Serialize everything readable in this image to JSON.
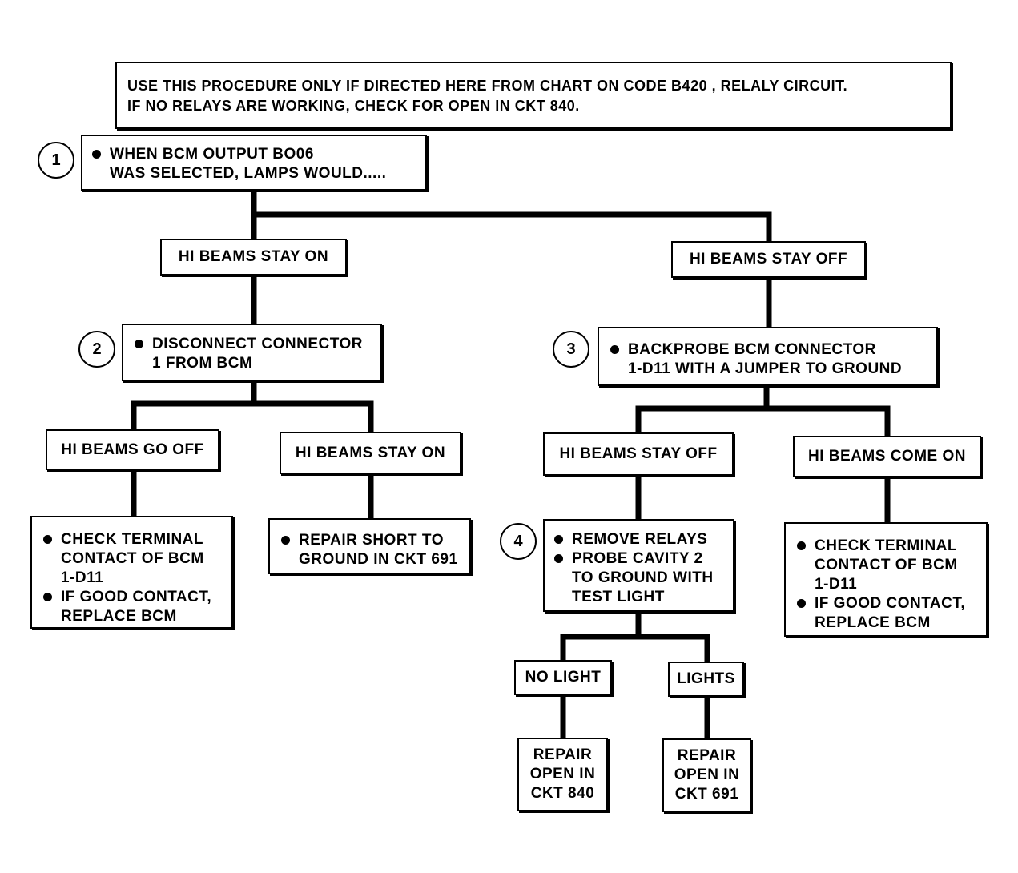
{
  "intro": {
    "line1": "USE THIS PROCEDURE ONLY IF DIRECTED HERE FROM CHART ON CODE B420 , RELALY CIRCUIT.",
    "line2": "IF NO RELAYS ARE WORKING, CHECK FOR OPEN IN CKT 840."
  },
  "step1": {
    "number": "1",
    "bullets": [
      "WHEN BCM OUTPUT BO06\nWAS SELECTED, LAMPS WOULD....."
    ]
  },
  "left_branch": {
    "result": "HI BEAMS STAY ON",
    "step2": {
      "number": "2",
      "bullets": [
        "DISCONNECT CONNECTOR\n1 FROM BCM"
      ]
    },
    "go_off": {
      "result": "HI BEAMS GO OFF",
      "action": [
        "CHECK TERMINAL\nCONTACT OF BCM\n1-D11",
        "IF GOOD CONTACT,\nREPLACE BCM"
      ]
    },
    "stay_on": {
      "result": "HI BEAMS STAY ON",
      "action": [
        "REPAIR SHORT TO\nGROUND IN CKT 691"
      ]
    }
  },
  "right_branch": {
    "result": "HI BEAMS STAY OFF",
    "step3": {
      "number": "3",
      "bullets": [
        "BACKPROBE BCM CONNECTOR\n1-D11 WITH A JUMPER TO GROUND"
      ]
    },
    "stay_off": {
      "result": "HI BEAMS STAY OFF",
      "step4": {
        "number": "4",
        "bullets": [
          "REMOVE RELAYS",
          "PROBE CAVITY 2\nTO GROUND WITH\nTEST LIGHT"
        ]
      },
      "no_light": {
        "result": "NO LIGHT",
        "action": "REPAIR\nOPEN IN\nCKT 840"
      },
      "lights": {
        "result": "LIGHTS",
        "action": "REPAIR\nOPEN IN\nCKT 691"
      }
    },
    "come_on": {
      "result": "HI BEAMS COME ON",
      "action": [
        "CHECK TERMINAL\nCONTACT OF BCM\n1-D11",
        "IF GOOD CONTACT,\nREPLACE BCM"
      ]
    }
  }
}
